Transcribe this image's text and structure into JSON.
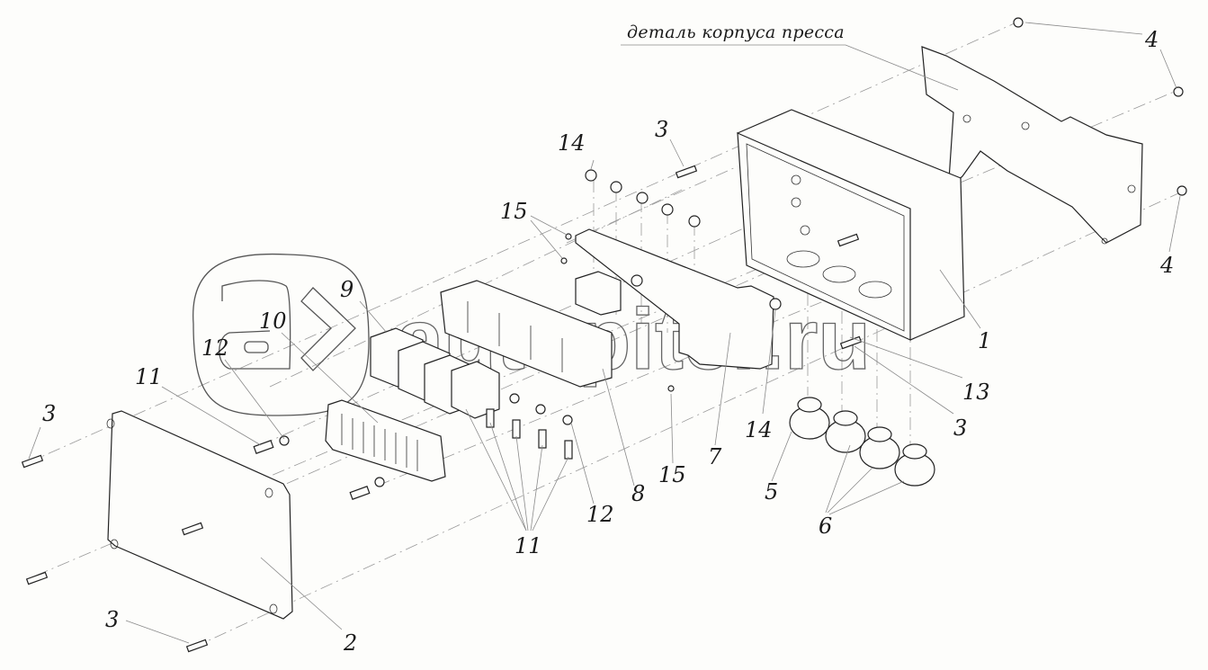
{
  "diagram": {
    "type": "exploded-assembly-drawing",
    "caption": "деталь корпуса пресса",
    "watermark": "autopiter.ru",
    "line_color": "#222222",
    "axis_color": "#9a9a9a",
    "background": "#fdfdfb",
    "callouts": [
      {
        "id": "c1",
        "label": "1",
        "part": "housing-box"
      },
      {
        "id": "c2",
        "label": "2",
        "part": "cover-plate"
      },
      {
        "id": "c3a",
        "label": "3",
        "part": "screw"
      },
      {
        "id": "c3b",
        "label": "3",
        "part": "screw"
      },
      {
        "id": "c3c",
        "label": "3",
        "part": "screw"
      },
      {
        "id": "c3d",
        "label": "3",
        "part": "screw"
      },
      {
        "id": "c4a",
        "label": "4",
        "part": "nut"
      },
      {
        "id": "c4b",
        "label": "4",
        "part": "nut"
      },
      {
        "id": "c5",
        "label": "5",
        "part": "connector"
      },
      {
        "id": "c6",
        "label": "6",
        "part": "connector"
      },
      {
        "id": "c7",
        "label": "7",
        "part": "bracket"
      },
      {
        "id": "c8",
        "label": "8",
        "part": "relay-block"
      },
      {
        "id": "c9",
        "label": "9",
        "part": "relay"
      },
      {
        "id": "c10",
        "label": "10",
        "part": "fuse-block"
      },
      {
        "id": "c11a",
        "label": "11",
        "part": "bolt"
      },
      {
        "id": "c11b",
        "label": "11",
        "part": "bolt"
      },
      {
        "id": "c12a",
        "label": "12",
        "part": "washer"
      },
      {
        "id": "c12b",
        "label": "12",
        "part": "washer"
      },
      {
        "id": "c13",
        "label": "13",
        "part": "clamp"
      },
      {
        "id": "c14a",
        "label": "14",
        "part": "nut"
      },
      {
        "id": "c14b",
        "label": "14",
        "part": "nut"
      },
      {
        "id": "c15a",
        "label": "15",
        "part": "screw"
      },
      {
        "id": "c15b",
        "label": "15",
        "part": "screw"
      }
    ]
  }
}
